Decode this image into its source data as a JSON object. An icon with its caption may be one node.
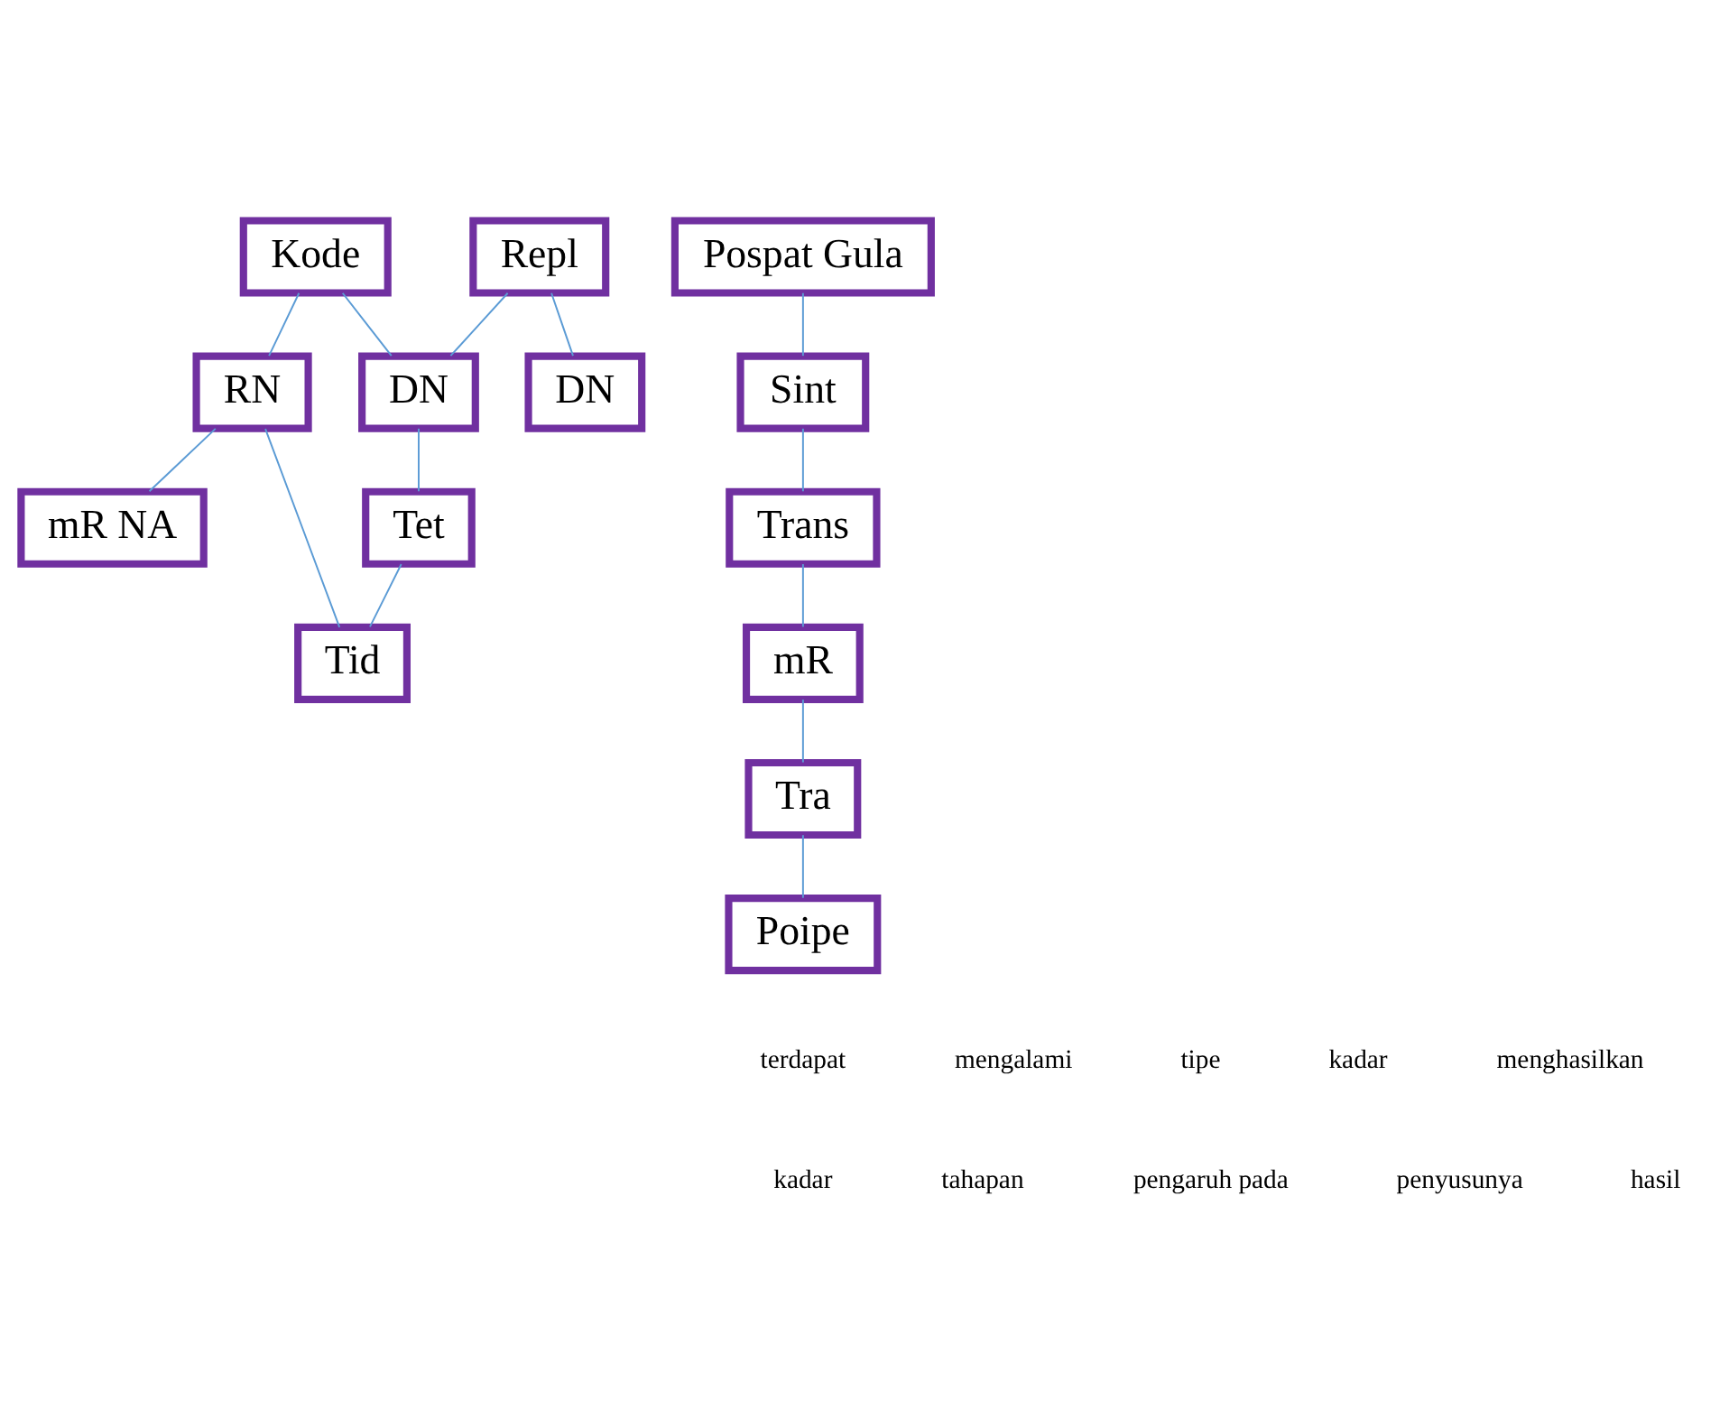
{
  "diagram": {
    "nodes": [
      {
        "text": [
          "Kode"
        ]
      },
      {
        "text": [
          "Repl"
        ]
      },
      {
        "text": [
          "DN"
        ]
      },
      {
        "text": [
          "RN"
        ]
      },
      {
        "text": [
          "mR NA"
        ]
      },
      {
        "text": [
          "DN"
        ]
      },
      {
        "text": [
          "Tet"
        ]
      },
      {
        "text": [
          "Tid"
        ]
      },
      {
        "text": [
          "Trans"
        ]
      },
      {
        "text": [
          "Pospat Gula"
        ]
      },
      {
        "text": [
          "Sint"
        ]
      },
      {
        "text": [
          "mR"
        ]
      },
      {
        "text": [
          "Tra"
        ]
      },
      {
        "text": [
          "Poipe"
        ]
      }
    ],
    "edges": [
      {
        "from": 0,
        "to": 2,
        "arrow": "none"
      },
      {
        "from": 0,
        "to": 3,
        "arrow": "none"
      },
      {
        "from": 1,
        "to": 2,
        "arrow": "none"
      },
      {
        "from": 3,
        "to": 4,
        "arrow": "none"
      },
      {
        "from": 1,
        "to": 5,
        "arrow": "none"
      },
      {
        "from": 2,
        "to": 6,
        "arrow": "none"
      },
      {
        "from": 3,
        "to": 7,
        "arrow": "none"
      },
      {
        "from": 6,
        "to": 7,
        "arrow": "none"
      },
      {
        "from": 9,
        "to": 10,
        "arrow": "none"
      },
      {
        "from": 10,
        "to": 8,
        "arrow": "none"
      },
      {
        "from": 8,
        "to": 11,
        "arrow": "none"
      },
      {
        "from": 11,
        "to": 12,
        "arrow": "none"
      },
      {
        "from": 12,
        "to": 13,
        "arrow": "none"
      }
    ],
    "labels": [
      "terdapat",
      "mengalami",
      "tipe",
      "kadar",
      "menghasilkan",
      "kadar",
      "tahapan",
      "pengaruh pada",
      "penyusunya",
      "hasil"
    ]
  }
}
